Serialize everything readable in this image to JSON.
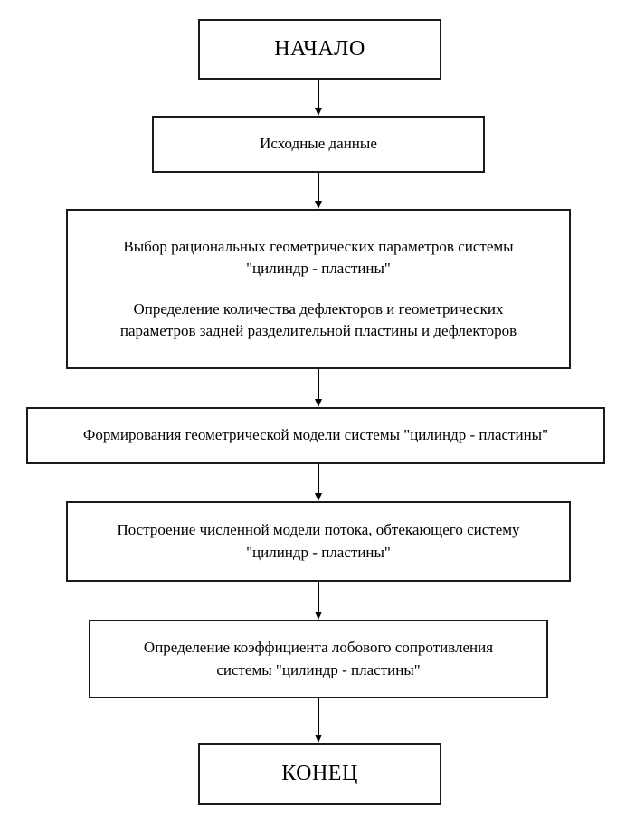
{
  "diagram": {
    "type": "flowchart",
    "orientation": "top-to-bottom",
    "language": "ru",
    "background_color": "#ffffff",
    "border_color": "#1a1a1a",
    "text_color": "#000000",
    "nodes": [
      {
        "id": "start",
        "shape": "rectangle",
        "role": "terminal-start",
        "lines": [
          "НАЧАЛО"
        ]
      },
      {
        "id": "input",
        "shape": "rectangle",
        "role": "process",
        "lines": [
          "Исходные данные"
        ]
      },
      {
        "id": "params",
        "shape": "rectangle",
        "role": "process",
        "paragraphs": [
          [
            "Выбор рациональных геометрических параметров системы",
            "\"цилиндр - пластины\""
          ],
          [
            "Определение количества дефлекторов и геометрических",
            "параметров задней разделительной пластины и дефлекторов"
          ]
        ]
      },
      {
        "id": "geommodel",
        "shape": "rectangle",
        "role": "process",
        "lines": [
          "Формирования геометрической модели системы \"цилиндр - пластины\""
        ]
      },
      {
        "id": "flowmodel",
        "shape": "rectangle",
        "role": "process",
        "lines": [
          "Построение численной модели потока, обтекающего систему",
          "\"цилиндр - пластины\""
        ]
      },
      {
        "id": "drag",
        "shape": "rectangle",
        "role": "process",
        "lines": [
          "Определение коэффициента лобового сопротивления",
          "системы \"цилиндр - пластины\""
        ]
      },
      {
        "id": "end",
        "shape": "rectangle",
        "role": "terminal-end",
        "lines": [
          "КОНЕЦ"
        ]
      }
    ],
    "edges": [
      {
        "id": "e1",
        "from": "start",
        "to": "input",
        "style": "solid-arrow-down"
      },
      {
        "id": "e2",
        "from": "input",
        "to": "params",
        "style": "solid-arrow-down"
      },
      {
        "id": "e3",
        "from": "params",
        "to": "geommodel",
        "style": "solid-arrow-down"
      },
      {
        "id": "e4",
        "from": "geommodel",
        "to": "flowmodel",
        "style": "solid-arrow-down"
      },
      {
        "id": "e5",
        "from": "flowmodel",
        "to": "drag",
        "style": "solid-arrow-down"
      },
      {
        "id": "e6",
        "from": "drag",
        "to": "end",
        "style": "solid-arrow-down"
      }
    ]
  }
}
